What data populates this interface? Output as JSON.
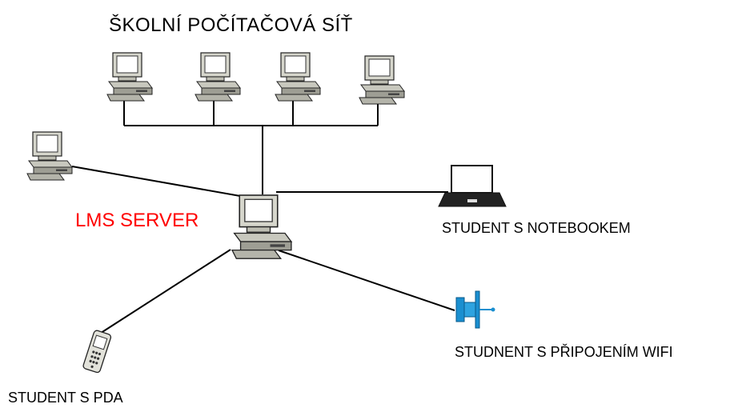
{
  "title": "ŠKOLNÍ POČÍTAČOVÁ SÍŤ",
  "server": {
    "label": "LMS SERVER",
    "label_color": "#ff0000"
  },
  "clients": {
    "notebook": "STUDENT S NOTEBOOKEM",
    "wifi": "STUDNENT S PŘIPOJENÍM WIFI",
    "pda": "STUDENT S PDA"
  },
  "icons": {
    "workstation": "desktop-computer-icon",
    "server": "server-computer-icon",
    "notebook": "laptop-icon",
    "wifi": "wireless-access-point-icon",
    "pda": "pda-device-icon"
  },
  "colors": {
    "line": "#000000",
    "wifi_accent": "#1a8fd0"
  }
}
